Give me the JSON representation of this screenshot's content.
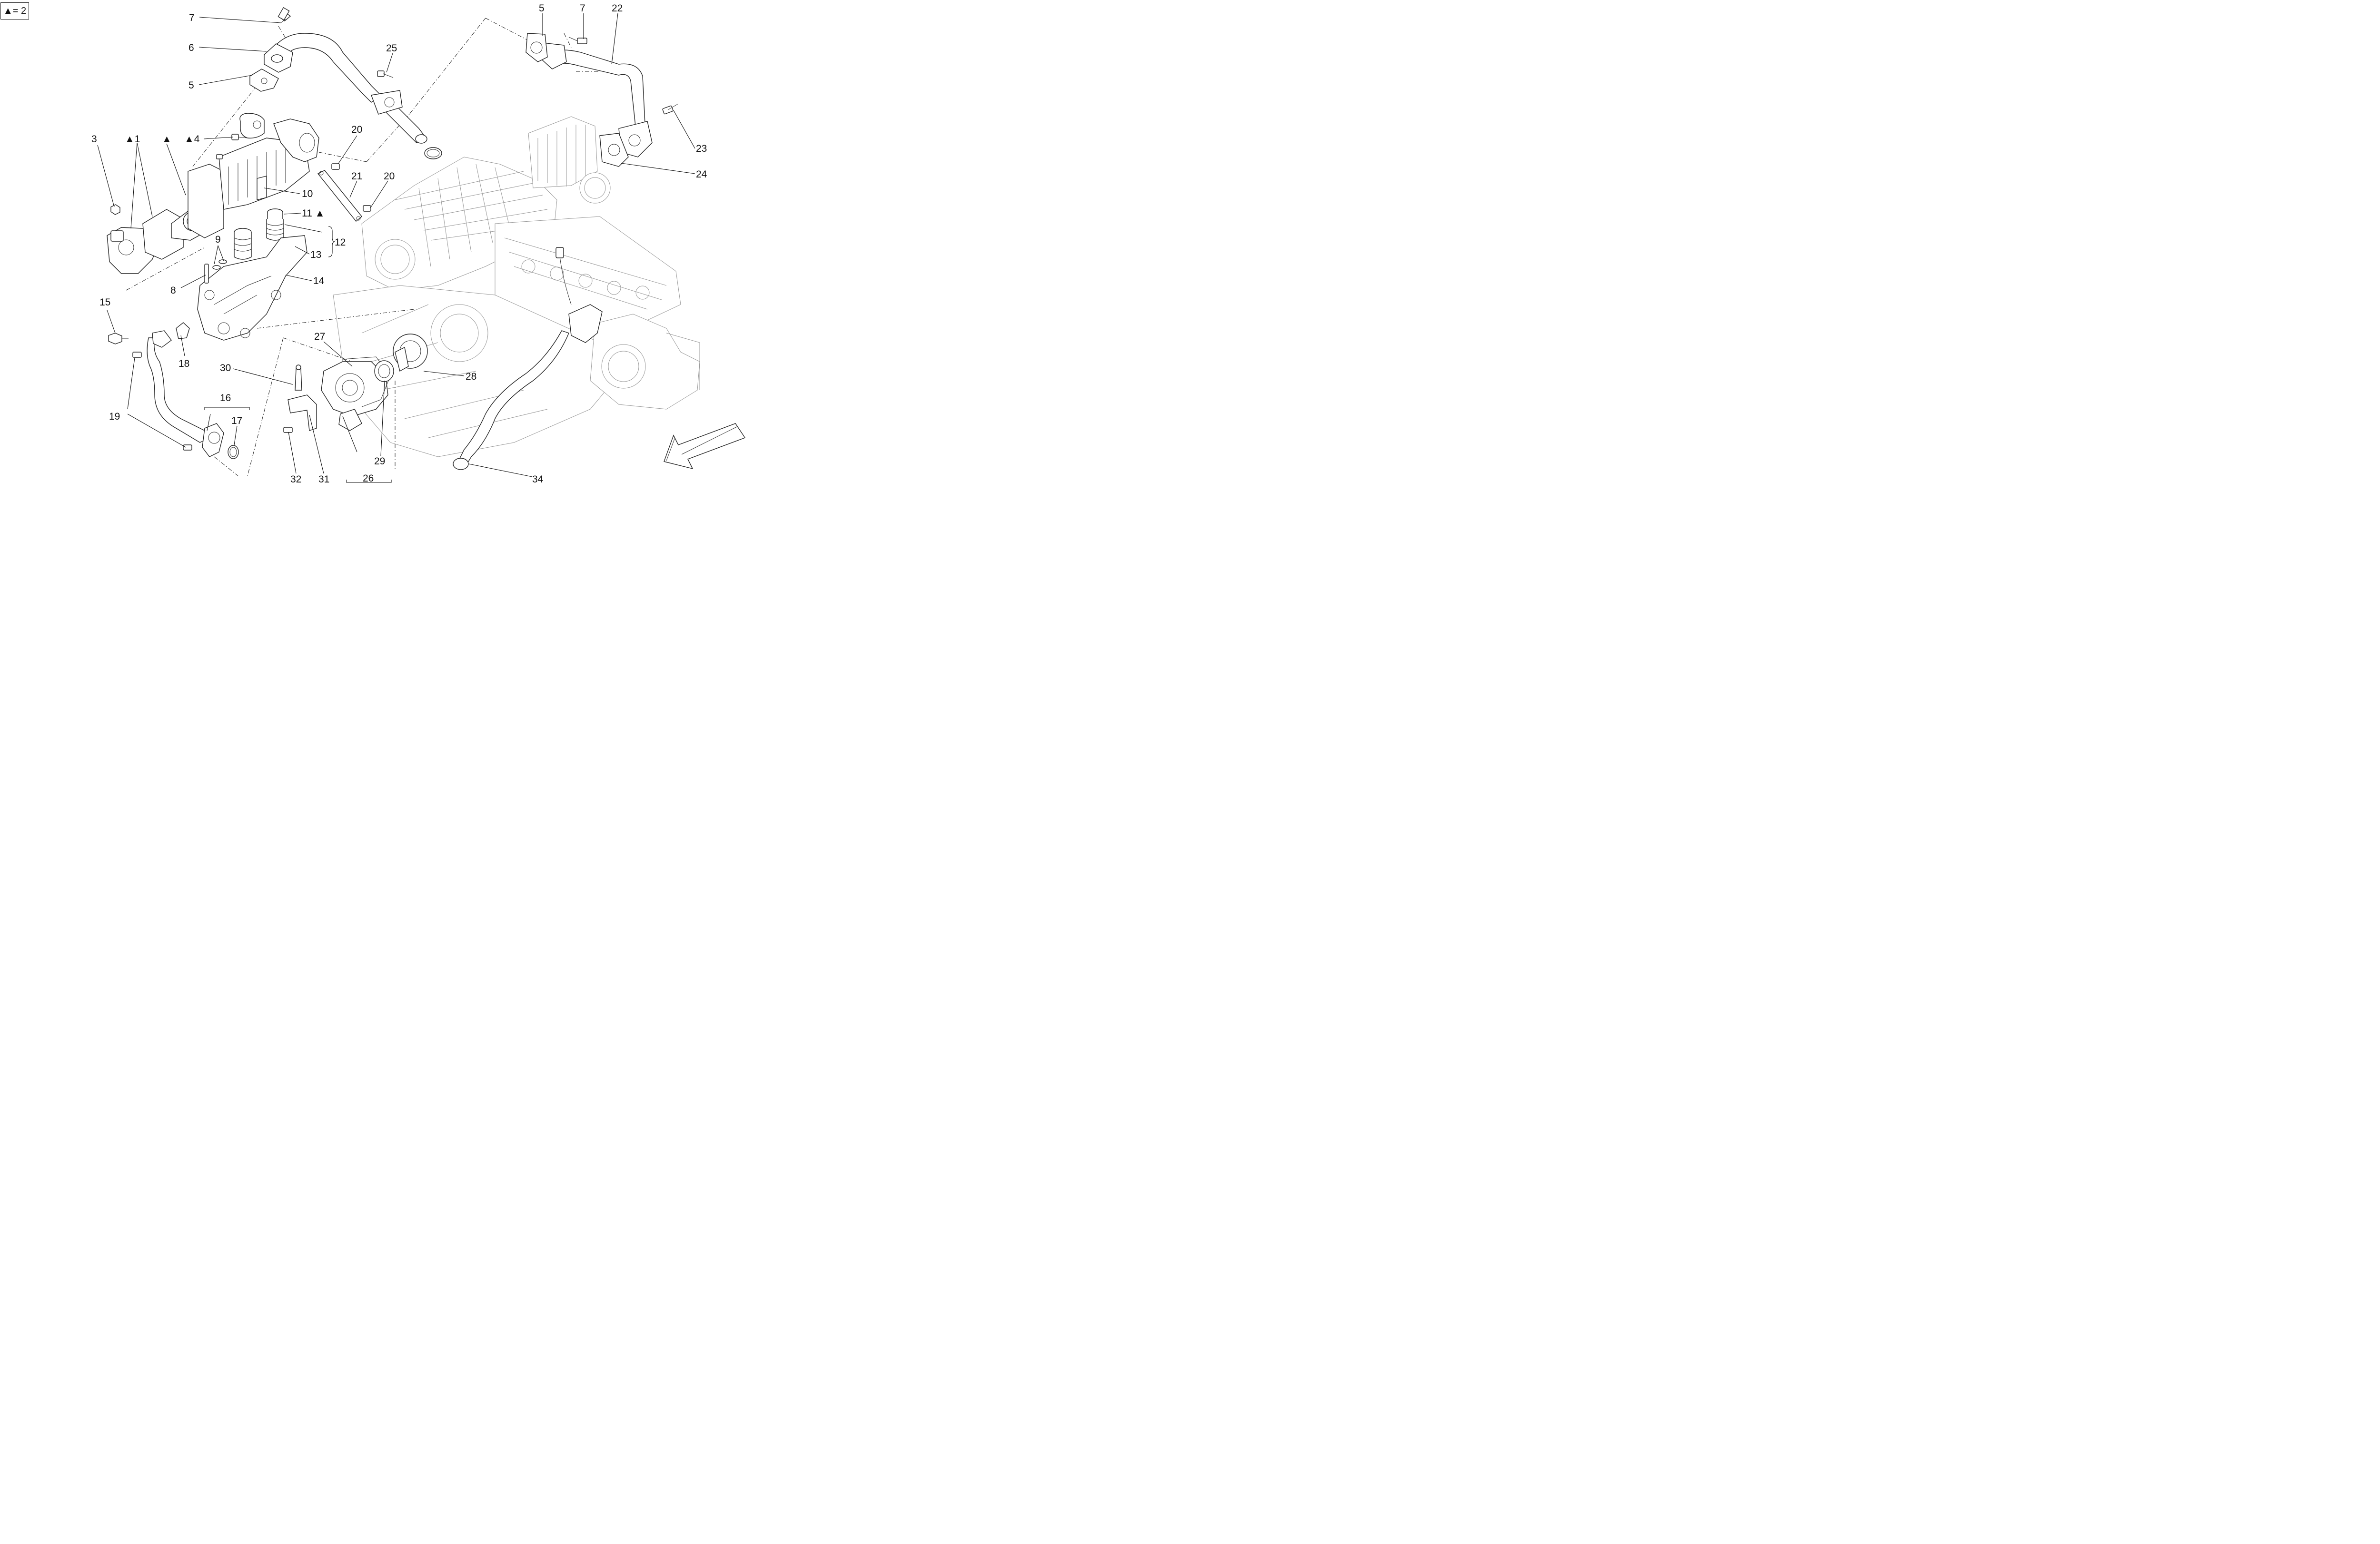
{
  "legend": {
    "text": "▲= 2"
  },
  "callouts": [
    {
      "id": "c7a",
      "text": "7"
    },
    {
      "id": "c6",
      "text": "6"
    },
    {
      "id": "c5a",
      "text": "5"
    },
    {
      "id": "c5b",
      "text": "5"
    },
    {
      "id": "c7b",
      "text": "7"
    },
    {
      "id": "c22",
      "text": "22"
    },
    {
      "id": "c25",
      "text": "25"
    },
    {
      "id": "c3",
      "text": "3"
    },
    {
      "id": "c1",
      "text": "▲1"
    },
    {
      "id": "ctri",
      "text": "▲"
    },
    {
      "id": "c4",
      "text": "▲4"
    },
    {
      "id": "c20a",
      "text": "20"
    },
    {
      "id": "c23",
      "text": "23"
    },
    {
      "id": "c24",
      "text": "24"
    },
    {
      "id": "c10",
      "text": "10"
    },
    {
      "id": "c21",
      "text": "21"
    },
    {
      "id": "c20b",
      "text": "20"
    },
    {
      "id": "c11",
      "text": "11 ▲"
    },
    {
      "id": "c12",
      "text": "12"
    },
    {
      "id": "c9",
      "text": "9"
    },
    {
      "id": "c13",
      "text": "13"
    },
    {
      "id": "c8",
      "text": "8"
    },
    {
      "id": "c14",
      "text": "14"
    },
    {
      "id": "c15",
      "text": "15"
    },
    {
      "id": "c27",
      "text": "27"
    },
    {
      "id": "c18",
      "text": "18"
    },
    {
      "id": "c30",
      "text": "30"
    },
    {
      "id": "c28",
      "text": "28"
    },
    {
      "id": "c16",
      "text": "16"
    },
    {
      "id": "c19",
      "text": "19"
    },
    {
      "id": "c17",
      "text": "17"
    },
    {
      "id": "c29",
      "text": "29"
    },
    {
      "id": "c26",
      "text": "26"
    },
    {
      "id": "c32",
      "text": "32"
    },
    {
      "id": "c31",
      "text": "31"
    },
    {
      "id": "c34",
      "text": "34"
    }
  ]
}
